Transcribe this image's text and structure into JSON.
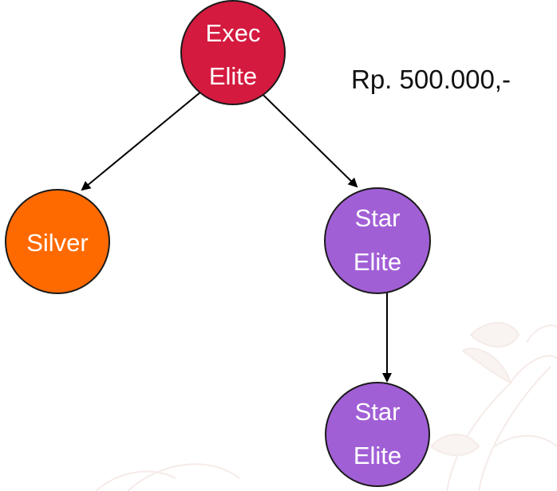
{
  "nodes": {
    "exec_elite": {
      "line1": "Exec",
      "line2": "Elite"
    },
    "silver": {
      "label": "Silver"
    },
    "star_elite_1": {
      "line1": "Star",
      "line2": "Elite"
    },
    "star_elite_2": {
      "line1": "Star",
      "line2": "Elite"
    }
  },
  "price_label": "Rp. 500.000,-",
  "colors": {
    "exec_elite": "#d41a3f",
    "silver": "#ff6a00",
    "star_elite": "#a15fd6",
    "outline": "#1a1a1a",
    "arrow": "#000000",
    "watermark": "#f1e4df"
  }
}
